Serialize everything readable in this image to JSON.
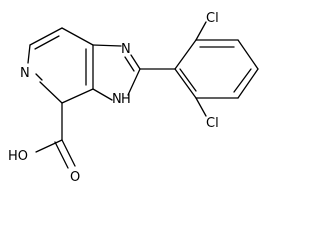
{
  "atoms": {
    "cl_top": "Cl",
    "cl_bottom": "Cl",
    "n_imidazole": "N",
    "n_pyridine": "N",
    "nh": "N",
    "nh_h": "H",
    "hydroxyl": "HO",
    "carbonyl_o": "O"
  }
}
